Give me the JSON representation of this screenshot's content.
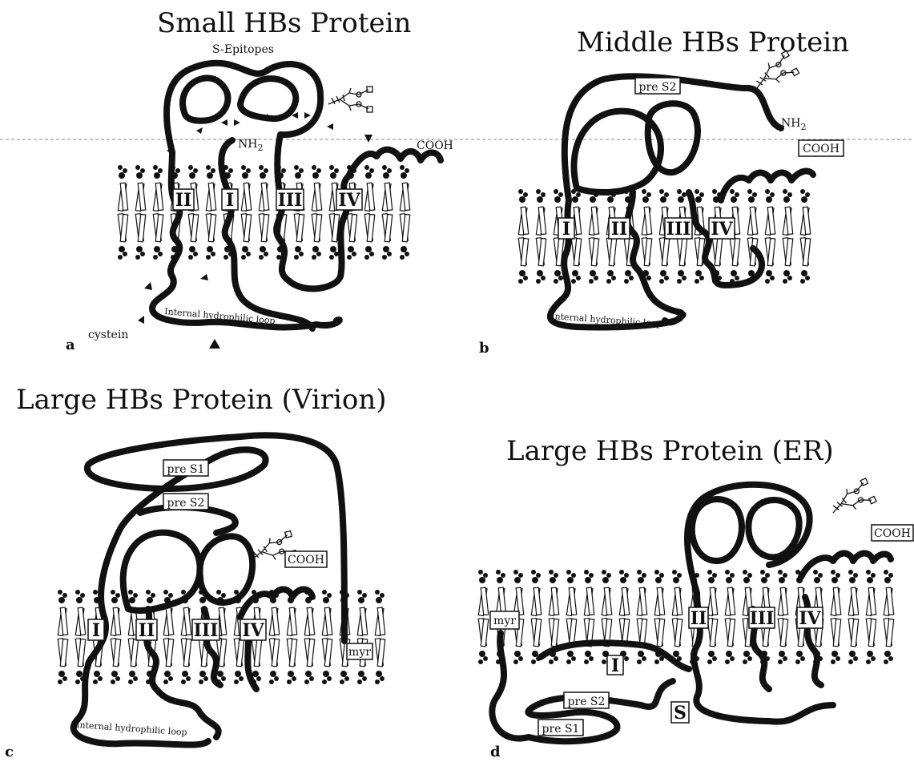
{
  "panels": {
    "a": {
      "letter": "a",
      "title": "Small HBs Protein",
      "epitopes": "S-Epitopes",
      "nh2": "NH",
      "nh2_sub": "2",
      "cooh": "COOH",
      "loop": "Internal hydrophilic loop",
      "cystein": "cystein",
      "segments": [
        "II",
        "I",
        "III",
        "IV"
      ]
    },
    "b": {
      "letter": "b",
      "title": "Middle HBs Protein",
      "pre_s2": "pre S2",
      "nh2": "NH",
      "nh2_sub": "2",
      "cooh": "COOH",
      "loop": "Internal hydrophilic loop",
      "segments": [
        "I",
        "II",
        "III",
        "IV"
      ]
    },
    "c": {
      "letter": "c",
      "title": "Large HBs Protein (Virion)",
      "pre_s1": "pre S1",
      "pre_s2": "pre S2",
      "cooh": "COOH",
      "myr": "myr",
      "loop": "Internal hydrophilic loop",
      "segments": [
        "I",
        "II",
        "III",
        "IV"
      ]
    },
    "d": {
      "letter": "d",
      "title": "Large HBs Protein (ER)",
      "cooh": "COOH",
      "myr": "myr",
      "pre_s2": "pre S2",
      "pre_s1": "pre S1",
      "s_label": "S",
      "segments": [
        "II",
        "I",
        "III",
        "IV"
      ]
    }
  }
}
